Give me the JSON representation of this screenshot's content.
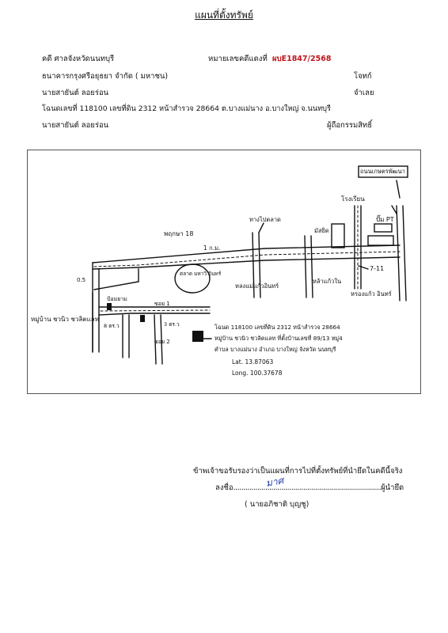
{
  "document": {
    "title": "แผนที่ตั้งทรัพย์",
    "court_line": "คดี ศาลจังหวัดนนทบุรี",
    "case_number_label": "หมายเลขคดีแดงที่",
    "case_number_value": "ผบE1847/2568",
    "plaintiff_name": "ธนาคารกรุงศรีอยุธยา จำกัด ( มหาชน)",
    "plaintiff_role": "โจทก์",
    "defendant_name": "นายสายันต์   ลอยร่อน",
    "defendant_role": "จำเลย",
    "deed_line": "โฉนดเลขที่ 118100  เลขที่ดิน 2312 หน้าสำรวจ 28664 ต.บางแม่นาง อ.บางใหญ่  จ.นนทบุรี",
    "owner_name": "นายสายันต์   ลอยร่อน",
    "owner_role": "ผู้ถือกรรมสิทธิ์"
  },
  "map": {
    "labels": {
      "top_right_building": "ถนนเกษตรพัฒนา",
      "school": "โรงเรียน",
      "pt_station": "ปั๊ม PT",
      "road_top": "พฤกษา 18",
      "distance_top": "1 ก.ม.",
      "bridge": "ทางไปตลาด",
      "mosque": "มัสยิด",
      "market_circle": "ตลาด มหาวิ อินทร์",
      "center_road": "หลงแม่แก้วอินทร์",
      "right_road": "หล้าแก้วใน",
      "seven_eleven": "7-11",
      "bottom_right": "หรองแก้ว อินทร์",
      "village": "หมู่บ้าน ชวนิว ชวลิตแลท",
      "village_office": "ป้อมยาม",
      "gate_label": "ซอย 1",
      "plot_label": "ซอย 2",
      "dim_left": "0.5",
      "dim_a": "8 ตร.ว",
      "dim_b": "3 ตร.ว",
      "note_line1": "โฉนด 118100 เลขที่ดิน 2312 หน้าสำรวจ 28664",
      "note_line2": "หมู่บ้าน ชวนิว ชวลิตแลท ที่ตั้งบ้านเลขที่ 89/13 หมู่4",
      "note_line3": "ตำบล บางแม่นาง อำเภอ บางใหญ่ จังหวัด นนทบุรี",
      "lat": "Lat. 13.87063",
      "long": "Long. 100.37678"
    }
  },
  "signature_block": {
    "certify_text": "ข้าพเจ้าขอรับรองว่าเป็นแผนที่การไปที่ตั้งทรัพย์ที่นำยึดในคดีนี้จริง",
    "sign_prefix": "ลงชื่อ",
    "sign_dots": "..........................................................................",
    "signature_scribble": "มาศ",
    "sign_role": "ผู้นำยึด",
    "signer_name": "( นายอภิชาติ  บุญชู)"
  }
}
